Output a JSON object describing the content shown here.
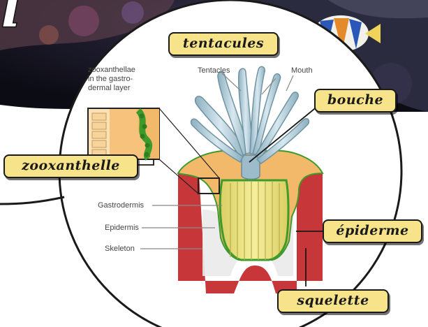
{
  "headline_fragment": "l",
  "french_tags": {
    "tentacules": "tentacules",
    "bouche": "bouche",
    "zooxanthelle": "zooxanthelle",
    "epiderme": "épiderme",
    "squelette": "squelette"
  },
  "english_labels": {
    "zoox_line1": "zooxanthellae",
    "zoox_line2": "in the gastro-",
    "zoox_line3": "dermal layer",
    "tentacles": "Tentacles",
    "mouth": "Mouth",
    "gastrodermis": "Gastrodermis",
    "epidermis": "Epidermis",
    "skeleton": "Skeleton"
  },
  "colors": {
    "tag_fill": "#f7e48a",
    "skeleton_red": "#c7373a",
    "tentacle_blue": "#a9c6d3",
    "gastrodermis_yellow": "#ecdf7a",
    "zooxanthellae_green": "#3f9a2c",
    "tissue_orange": "#f3b96a"
  }
}
